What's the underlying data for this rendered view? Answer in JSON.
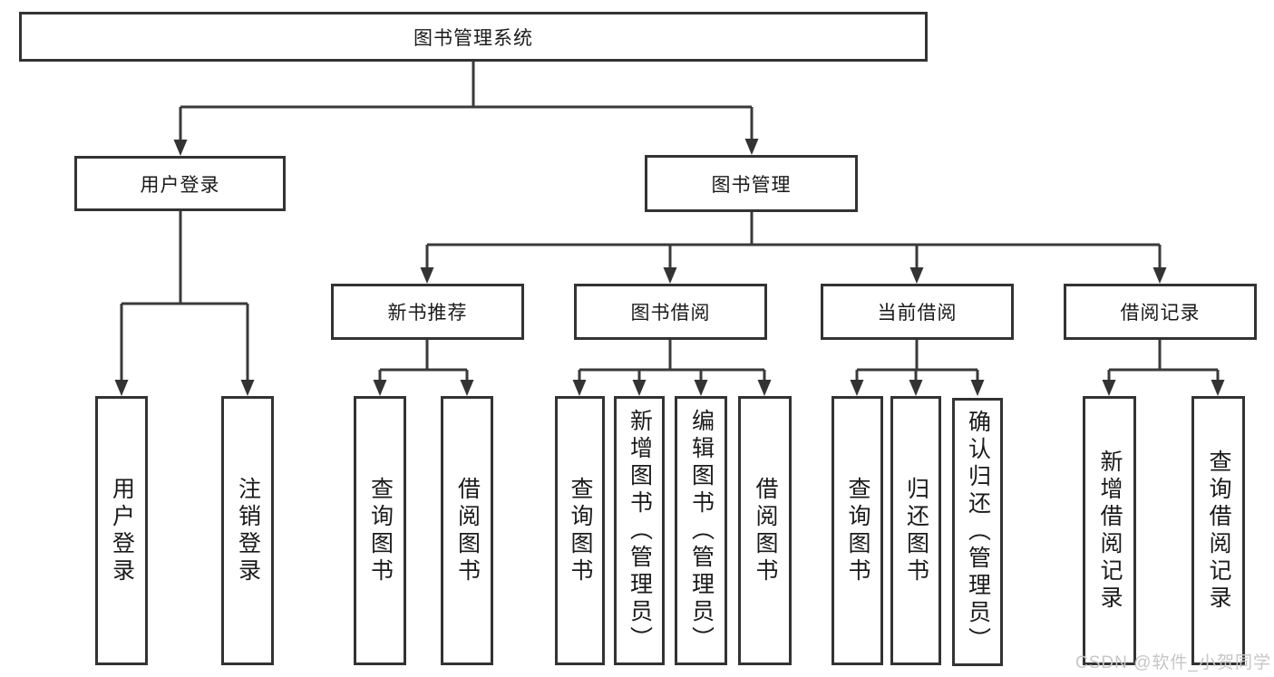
{
  "diagram": {
    "root_label": "图书管理系统",
    "level2": [
      {
        "label": "用户登录"
      },
      {
        "label": "图书管理"
      }
    ],
    "level3": [
      {
        "label": "新书推荐"
      },
      {
        "label": "图书借阅"
      },
      {
        "label": "当前借阅"
      },
      {
        "label": "借阅记录"
      }
    ],
    "leaf_groups": [
      {
        "parent": "用户登录",
        "items": [
          "用户登录",
          "注销登录"
        ]
      },
      {
        "parent": "新书推荐",
        "items": [
          "查询图书",
          "借阅图书"
        ]
      },
      {
        "parent": "图书借阅",
        "items": [
          "查询图书",
          "新增图书（管理员）",
          "编辑图书（管理员）",
          "借阅图书"
        ]
      },
      {
        "parent": "当前借阅",
        "items": [
          "查询图书",
          "归还图书",
          "确认归还（管理员）"
        ]
      },
      {
        "parent": "借阅记录",
        "items": [
          "新增借阅记录",
          "查询借阅记录"
        ]
      }
    ]
  },
  "watermark": {
    "text": "CSDN @软件_小贺同学"
  },
  "colors": {
    "line": "#3a3a3a",
    "border": "#333333",
    "text": "#1a1a1a",
    "watermark": "#c6c6c6",
    "background": "#ffffff"
  }
}
